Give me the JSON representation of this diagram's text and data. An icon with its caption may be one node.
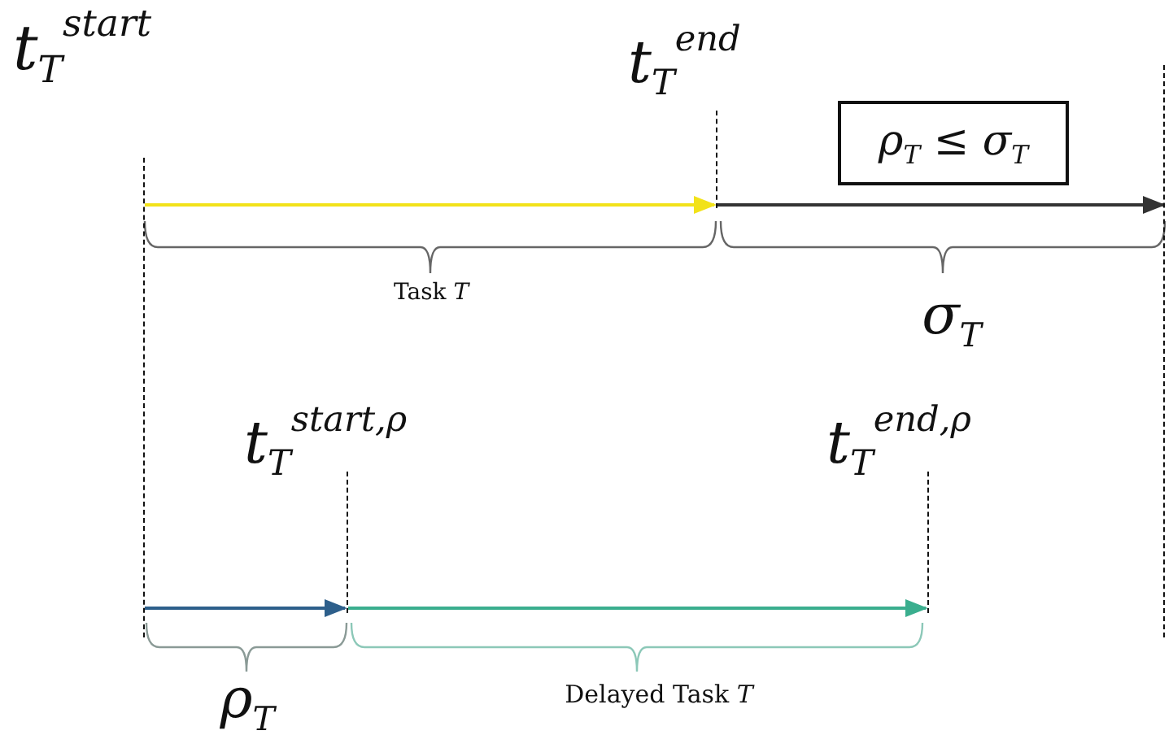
{
  "diagram": {
    "nodes": [
      {
        "text": [
          "t$_{T}$$^{start}$"
        ]
      },
      {
        "text": [
          "t$_{T}$$^{end}$"
        ]
      },
      {
        "text": [
          "ρ$_{T}$ ≤ σ$_{T}$"
        ]
      },
      {
        "text": [
          "t$_{T}$$^{start,ρ}$"
        ]
      },
      {
        "text": [
          "t$_{T}$$^{end,ρ}$"
        ]
      },
      {
        "text": [],
        "shape": "line"
      }
    ],
    "edges": [
      {
        "from": 0,
        "to": 1,
        "arrow": "to",
        "color": "#f2e21a"
      },
      {
        "from": 1,
        "to": 5,
        "arrow": "to",
        "color": "#333333"
      },
      {
        "from": 0,
        "to": 3,
        "arrow": "to",
        "color": "#2d5f8b"
      },
      {
        "from": 3,
        "to": 4,
        "arrow": "to",
        "color": "#3aae8e"
      }
    ],
    "labels": [
      "Task *T*",
      "σ$_{T}$",
      "ρ$_{T}$",
      "Delayed Task *T*"
    ]
  }
}
